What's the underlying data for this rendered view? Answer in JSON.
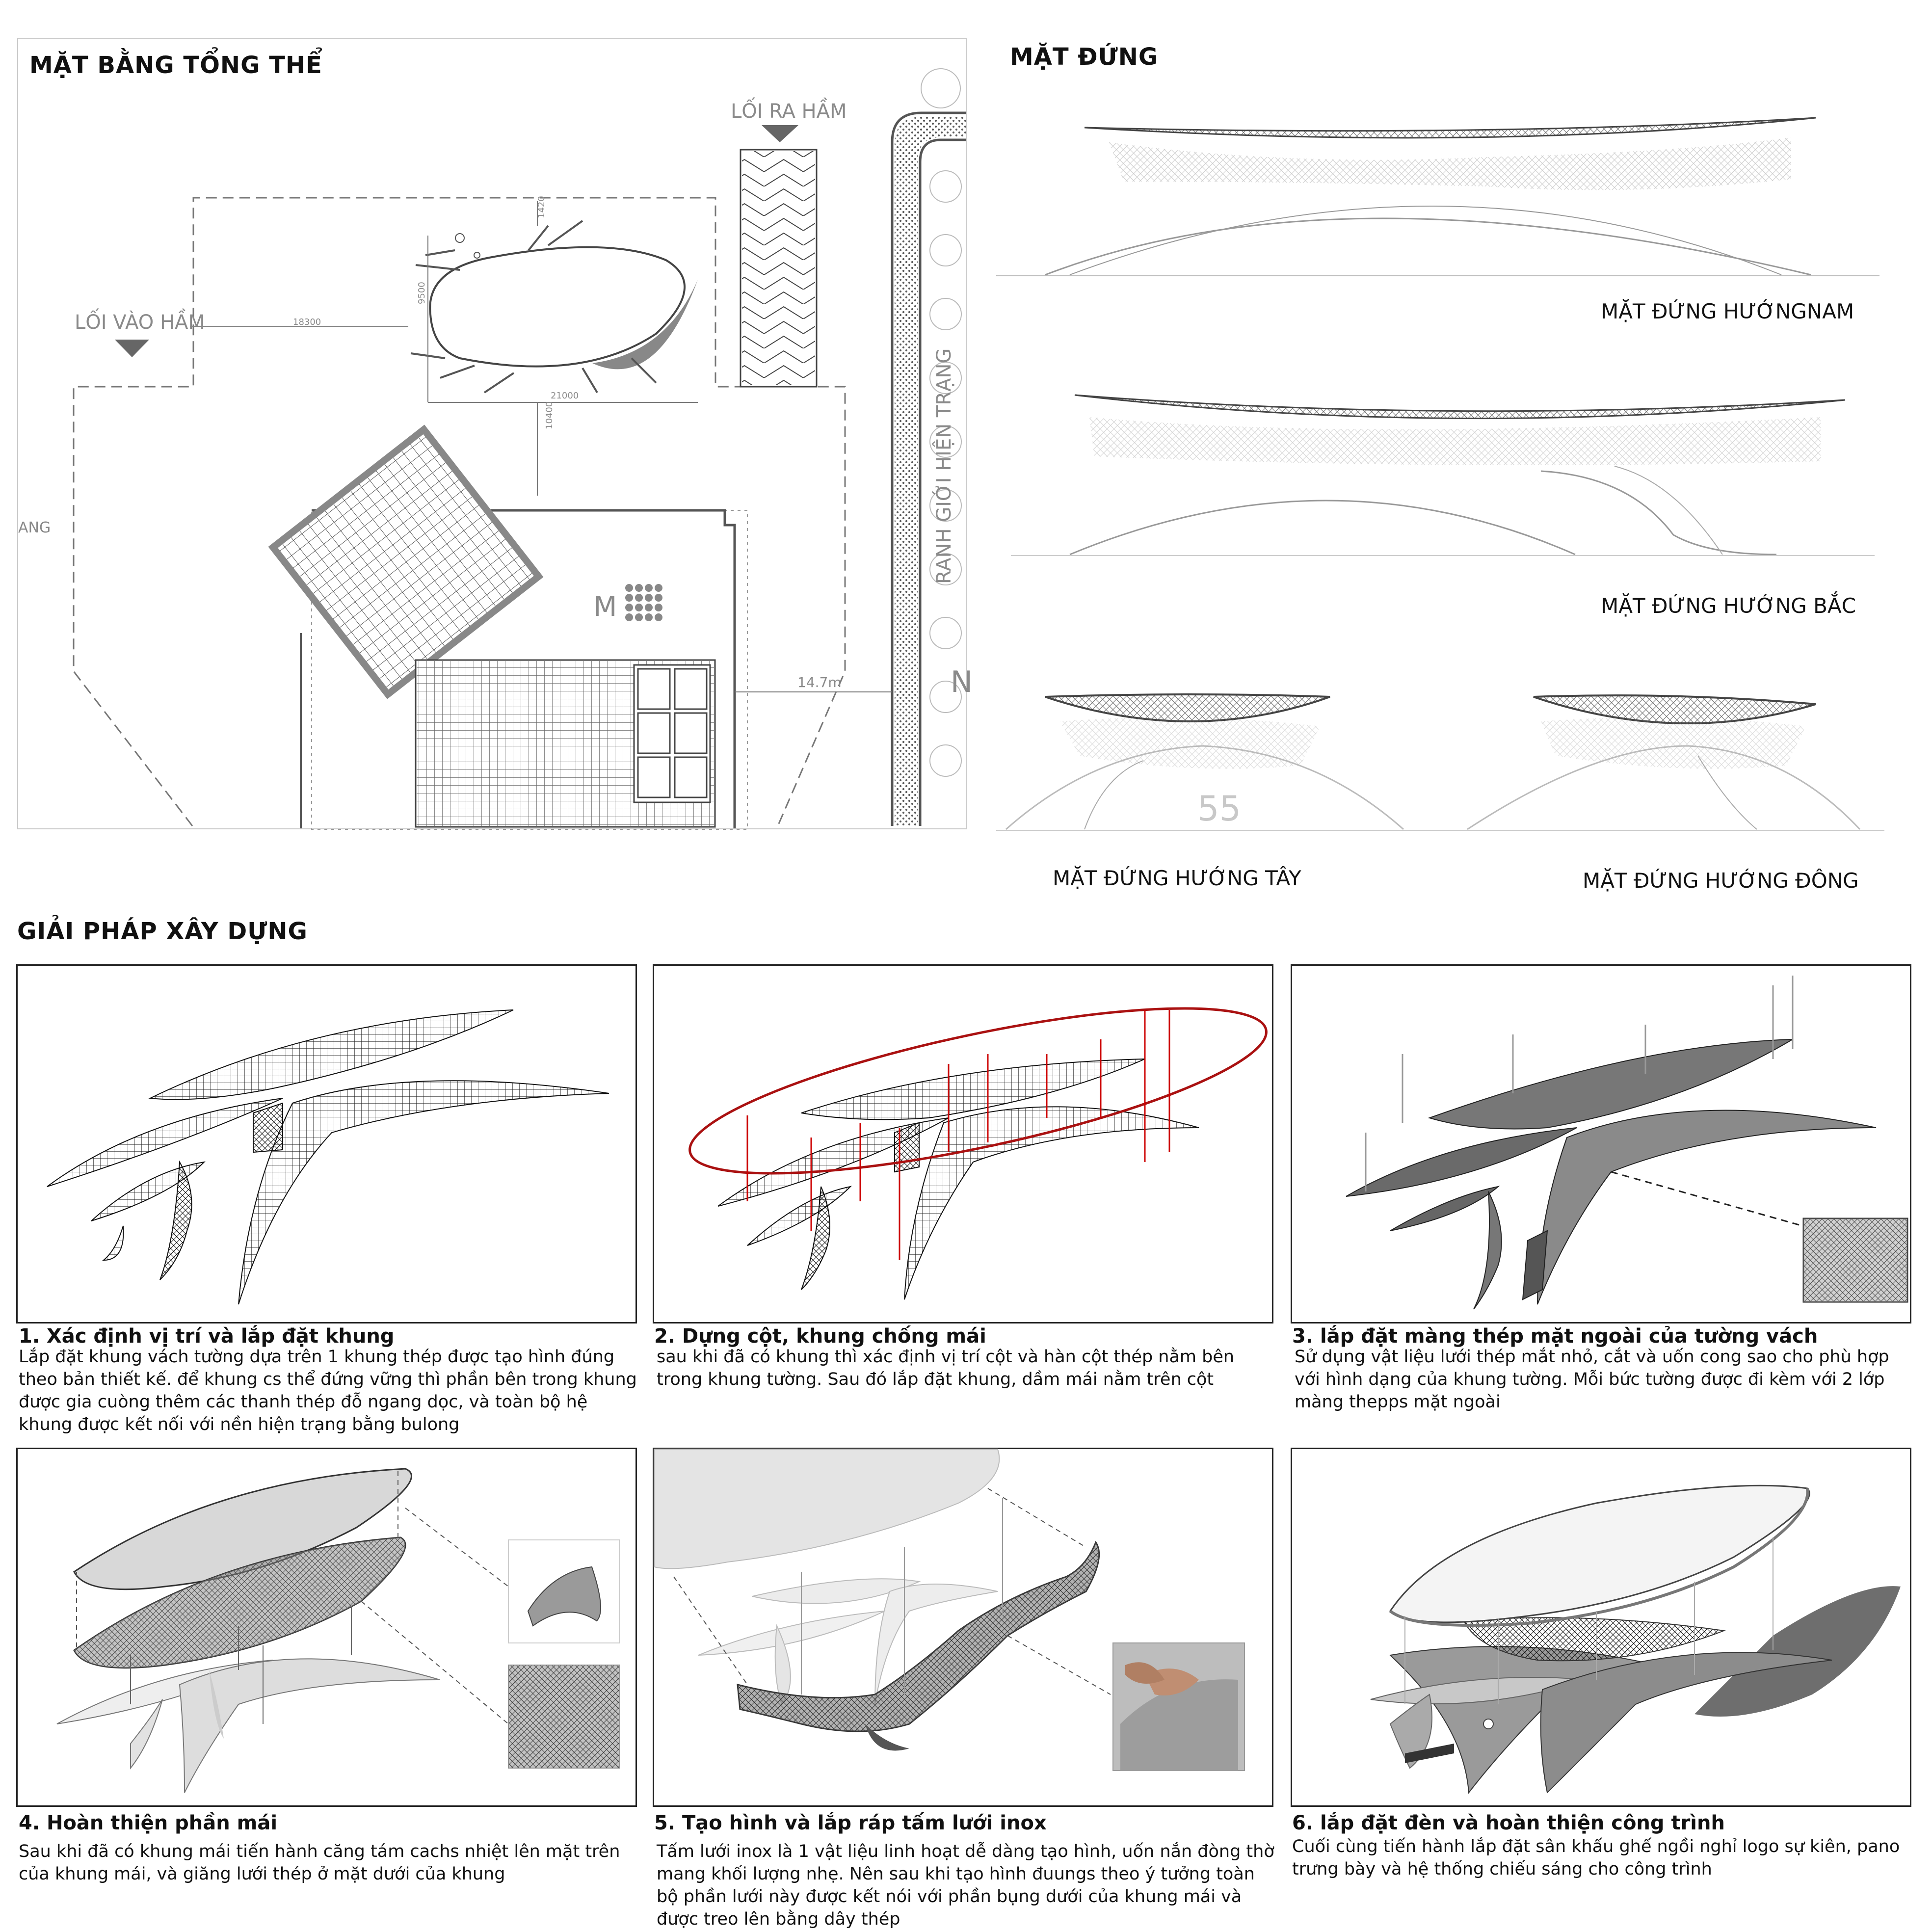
{
  "site_plan": {
    "title": "MẶT BẰNG TỔNG THỂ",
    "entry_label": "LỐI VÀO HẦM",
    "exit_label": "LỐI RA HẦM",
    "boundary_label": "RANH GIỚI HIỆN TRẠNG",
    "left_edge_label": "ANG",
    "right_edge_label": "N",
    "building_label": "M",
    "dim_18300": "18300",
    "dim_21000": "21000",
    "dim_9500": "9500",
    "dim_1420": "1420",
    "dim_10400": "10400",
    "dim_147": "14.7m"
  },
  "elevations": {
    "title": "MẶT ĐỨNG",
    "south": "MẶT ĐỨNG HƯỚNGNAM",
    "north": "MẶT ĐỨNG HƯỚNG BẮC",
    "west": "MẶT ĐỨNG HƯỚNG TÂY",
    "east": "MẶT ĐỨNG HƯỚNG ĐÔNG",
    "number_mark": "55"
  },
  "construction": {
    "title": "GIẢI PHÁP XÂY DỰNG",
    "steps": [
      {
        "title": "1. Xác định vị trí và lắp đặt khung",
        "desc": "Lắp đặt khung vách tường dựa trên 1 khung thép được tạo hình đúng theo bản thiết kế. để khung cs thể đứng vững thì phần bên trong khung được gia cuòng thêm các thanh thép đỗ ngang dọc, và toàn bộ hệ khung được kết nối với nền hiện trạng bằng bulong"
      },
      {
        "title": "2. Dựng cột, khung chống mái",
        "desc": "sau khi đã có khung thì xác định vị trí cột và hàn cột thép nằm bên trong khung tường. Sau đó lắp đặt khung, dầm mái nằm trên cột"
      },
      {
        "title": "3. lắp đặt màng thép mặt ngoài của tường vách",
        "desc": "Sử dụng vật liệu lưới thép mắt nhỏ, cắt và uốn cong sao cho phù hợp với hình dạng của khung tường. Mỗi bức tường được đi kèm với 2 lớp màng thepps mặt ngoài"
      },
      {
        "title": "4. Hoàn thiện phần mái",
        "desc": "Sau khi đã có khung mái tiến hành căng tám cachs nhiệt lên mặt trên của khung mái, và giăng lưới thép ở mặt dưới của khung"
      },
      {
        "title": "5. Tạo hình và lắp ráp tấm lưới inox",
        "desc": "Tấm lưới inox là 1 vật liệu linh hoạt dễ dàng tạo hình, uốn nắn đòng thờ mang khối lượng nhẹ. Nên sau khi tạo hình đuungs theo ý tưởng toàn bộ phần lưới này được kết nói với phần bụng dưới của khung mái và được treo lên bằng dây thép"
      },
      {
        "title": "6. lắp đặt đèn và hoàn thiện công trình",
        "desc": "Cuối cùng tiến hành lắp đặt sân khấu ghế ngồi nghỉ logo sự kiên, pano trưng bày và hệ thống chiếu sáng cho công trình"
      }
    ]
  }
}
